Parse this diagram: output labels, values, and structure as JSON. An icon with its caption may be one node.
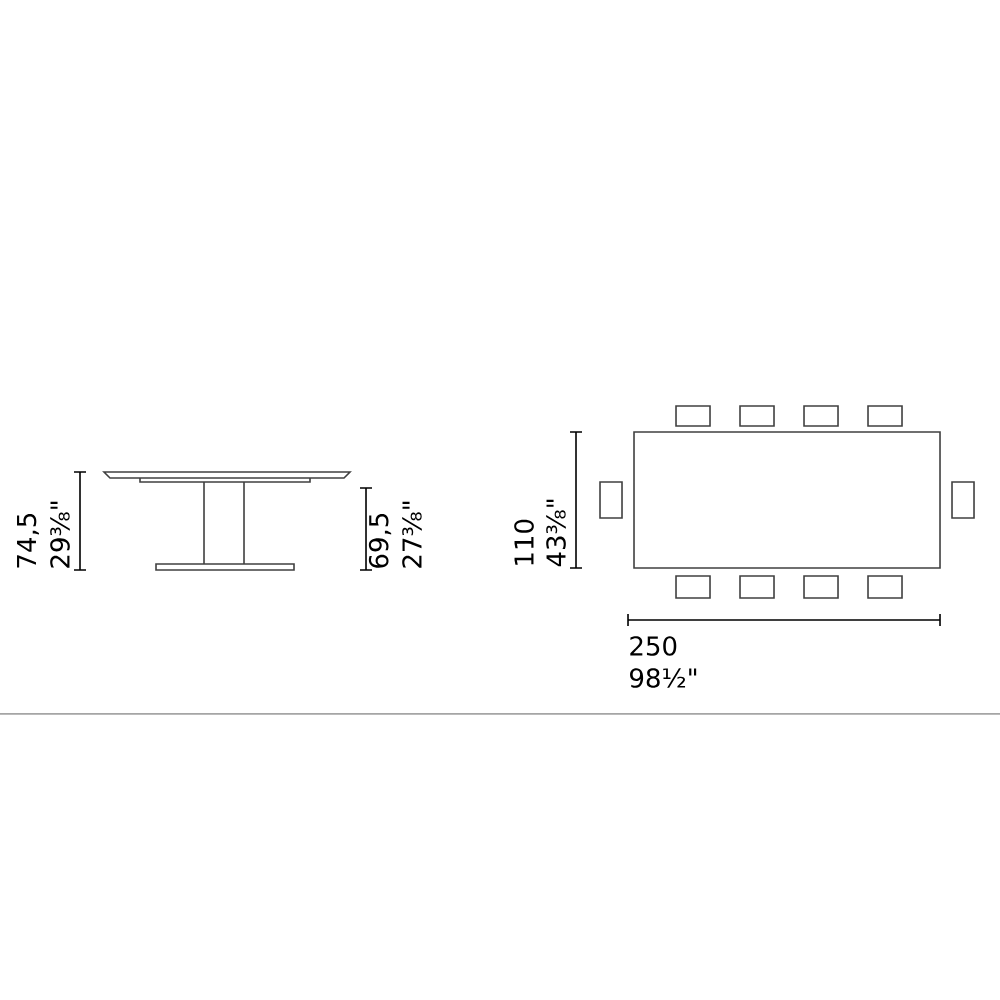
{
  "diagram": {
    "labels": [
      "74,5",
      "29⅜\"",
      "69,5",
      "27⅜\"",
      "110",
      "43⅜\"",
      "250",
      "98½\""
    ]
  }
}
